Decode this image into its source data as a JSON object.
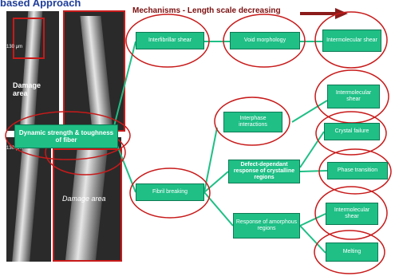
{
  "heading": "based Approach",
  "mechanisms_title": "Mechanisms - Length scale decreasing",
  "micrographs": {
    "scale_top": "130 μm",
    "scale_bottom": "130 μm",
    "damage_label_top": "Damage area",
    "damage_label_bottom": "Damage area"
  },
  "central_box": "Dynamic strength & toughness of fiber",
  "nodes": {
    "interfibrillar_shear": "Interfibrillar shear",
    "void_morphology": "Void morphology",
    "intermolecular_shear_1": "Intermolecular shear",
    "fibril_breaking": "Fibril breaking",
    "interphase_interactions": "Interphase interactions",
    "intermolecular_shear_2": "Intermolecular shear",
    "defect_dependant": "Defect-dependant response of crystalline regions",
    "crystal_failure": "Crystal failure",
    "phase_transition": "Phase transition",
    "response_amorphous": "Response of amorphous regions",
    "intermolecular_shear_3": "Intermolecular shear",
    "melting": "Melting"
  },
  "colors": {
    "node_fill": "#1fbf86",
    "ellipse_stroke": "#c81a1a",
    "connector": "#1fbf86",
    "arrow": "#8b1a1a"
  }
}
